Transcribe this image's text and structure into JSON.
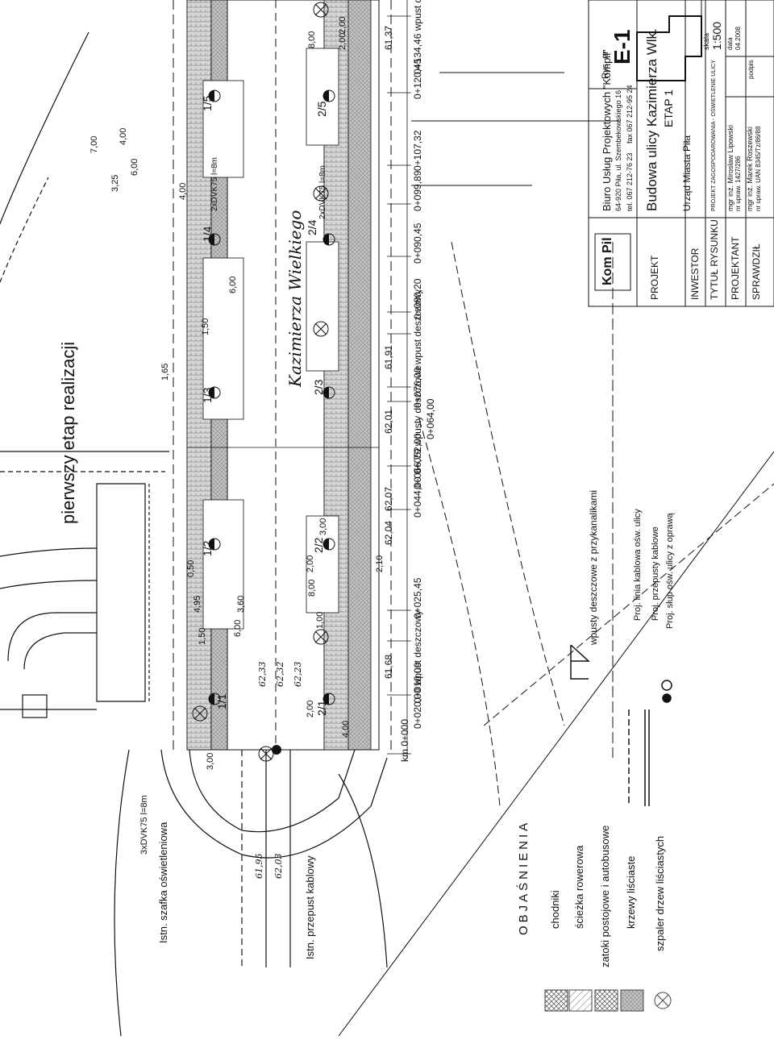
{
  "title_block": {
    "company": "Biuro Usług Projektowych \"Kompil\"",
    "address": "64-920 Piła, ul. Szembekowskiego 16",
    "phone": "tel. 067 212-76 23",
    "phone2": "fax 067 212-95 24",
    "logo_text": "Kom Pil",
    "rys_label": "Rys. nr",
    "rys_value": "E-1",
    "projekt_label": "PROJEKT",
    "projekt_value": "Budowa ulicy Kazimierza Wlk.",
    "projekt_sub": "ETAP 1",
    "inwestor_label": "INWESTOR",
    "inwestor_value": "Urząd Miasta Piła",
    "tytul_label": "TYTUŁ RYSUNKU",
    "tytul_value": "PROJEKT ZAGOSPODAROWANIA - OŚWIETLENIE ULICY",
    "projektant_label": "PROJEKTANT",
    "projektant_value": "mgr inż. Mirosław Lipowski",
    "projektant_upr": "nr upraw. 1427/286",
    "sprawdzil_label": "SPRAWDZIŁ",
    "sprawdzil_value": "mgr inż. Marek Roszewski",
    "sprawdzil_upr": "nr upraw. UAN 8345/Tz/86/88",
    "skala_label": "skala",
    "skala_value": "1:500",
    "data_label": "data",
    "data_value": "04.2008",
    "podpis_label": "podpis"
  },
  "stage_label": "pierwszy etap realizacji",
  "street_name": "Kazimierza Wielkiego",
  "chainage": [
    {
      "label": "0+134,46",
      "note": "wpust deszczowy"
    },
    {
      "label": "0+120,45",
      "note": ""
    },
    {
      "label": "0+107,32",
      "note": ""
    },
    {
      "label": "0+099,89",
      "note": ""
    },
    {
      "label": "0+090,45",
      "note": ""
    },
    {
      "label": "0+080,20",
      "note": ""
    },
    {
      "label": "0+076,00",
      "note": "wpust deszczowy"
    },
    {
      "label": "0+066,79",
      "note": "wpusty deszczowe"
    },
    {
      "label": "0+064,00",
      "note": ""
    },
    {
      "label": "0+052,00",
      "note": ""
    },
    {
      "label": "0+044,00",
      "note": ""
    },
    {
      "label": "0+025,45",
      "note": ""
    },
    {
      "label": "0+020,00",
      "note": "wpust deszczowy"
    },
    {
      "label": "0+010,00",
      "note": ""
    },
    {
      "label": "km 0+000",
      "note": ""
    }
  ],
  "section_labels": [
    "1/5",
    "2/5",
    "1/4",
    "2/4",
    "1/3",
    "2/3",
    "1/2",
    "2/2",
    "1/1",
    "2/1"
  ],
  "cable_labels": [
    "2xDVK75 l=8m",
    "2xDVK75 l=8m",
    "3xDVK75 l=8m"
  ],
  "existing_labels": [
    "Istn. szafka oświetleniowa",
    "Istn. przepust kablowy"
  ],
  "legend": {
    "title": "OBJAŚNIENIA",
    "items": [
      "chodniki",
      "ścieżka rowerowa",
      "zatoki postojowe i autobusowe",
      "krzewy liściaste",
      "szpaler drzew liściastych"
    ]
  },
  "line_legend": {
    "items": [
      "wpusty deszczowe z przykanalikami",
      "Proj. linia kablowa ośw. ulicy",
      "Proj. przepusty kablowe",
      "Proj. słup ośw. ulicy z oprawą"
    ]
  },
  "dimensions": [
    "7,00",
    "4,00",
    "6,00",
    "3,25",
    "4,00",
    "6,00",
    "1,50",
    "1,65",
    "2,00",
    "8,00",
    "2,00",
    "4,95",
    "6,00",
    "1,50",
    "0,50",
    "3,60",
    "2,00",
    "8,00",
    "2,10",
    "1,00",
    "3,00",
    "2,00",
    "4,00",
    "3,00"
  ],
  "elevations": [
    "61,37",
    "61,91",
    "62,01",
    "62,07",
    "62,04",
    "61,68",
    "62,33",
    "62,32",
    "62,23",
    "61,95",
    "62,03"
  ],
  "colors": {
    "ink": "#111111",
    "hatch": "#9a9a9a",
    "paving": "#b5b5b5"
  }
}
